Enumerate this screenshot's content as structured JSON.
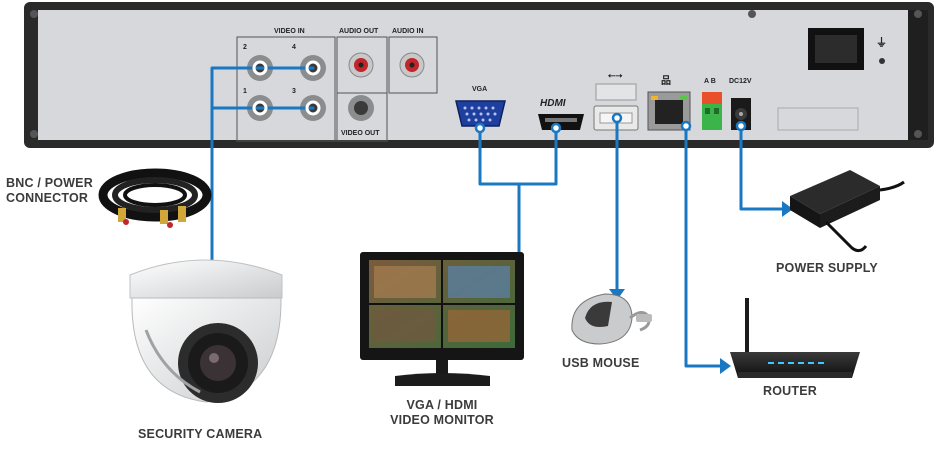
{
  "panel": {
    "video_in": "VIDEO IN",
    "video_out": "VIDEO OUT",
    "audio_out": "AUDIO OUT",
    "audio_in": "AUDIO IN",
    "bnc_numbers": [
      "2",
      "4",
      "1",
      "3"
    ],
    "vga": "VGA",
    "hdmi": "HDMI",
    "usb_symbol": "⭠⭢",
    "lan_symbol": "品",
    "ab": "A  B",
    "dc12v": "DC12V",
    "ground_symbol": "⏚"
  },
  "labels": {
    "bnc_line1": "BNC / POWER",
    "bnc_line2": "CONNECTOR",
    "security_camera": "SECURITY CAMERA",
    "monitor_line1": "VGA / HDMI",
    "monitor_line2": "VIDEO MONITOR",
    "usb_mouse": "USB MOUSE",
    "router": "ROUTER",
    "power_supply": "POWER SUPPLY"
  },
  "colors": {
    "connector_line": "#1a78c2",
    "panel": "#d6d8dc",
    "panel_edge": "#2a2a2a",
    "label_text": "#3b3b3b"
  }
}
